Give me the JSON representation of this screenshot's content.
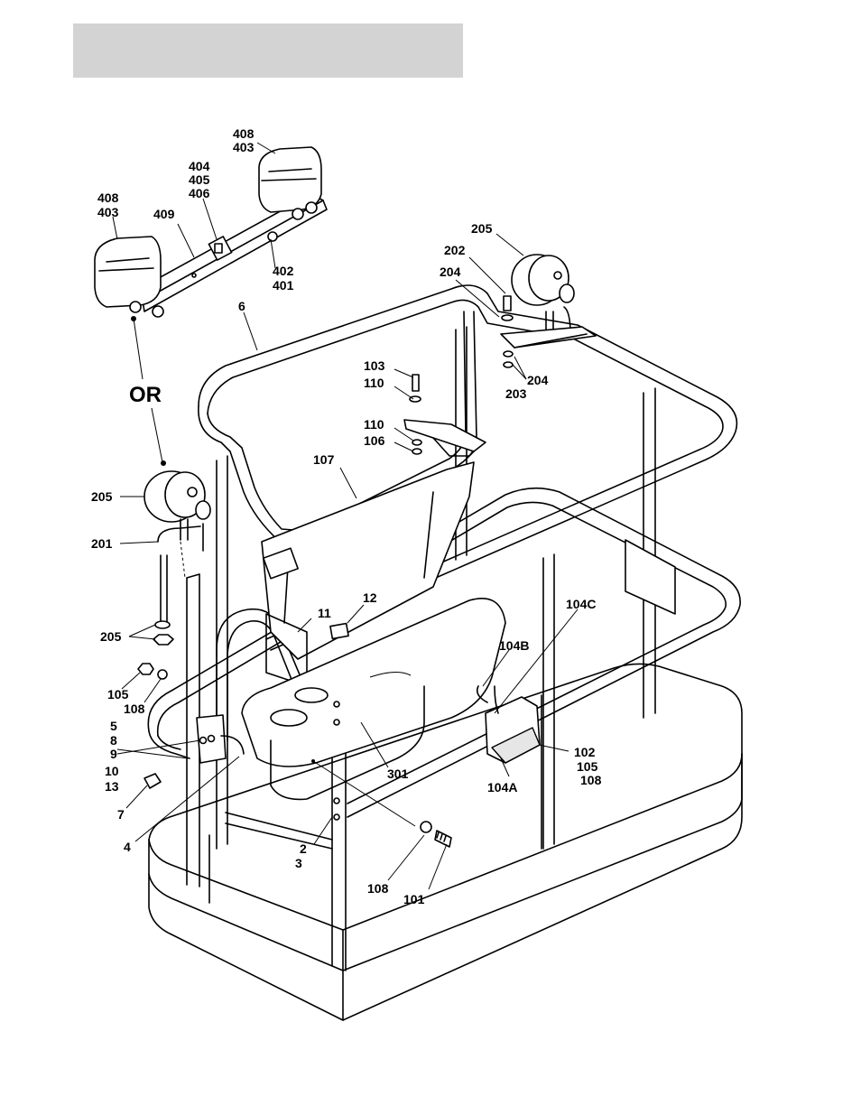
{
  "header": {
    "band_color": "#d3d3d3"
  },
  "separator": "OR",
  "callouts": {
    "c408a": "408",
    "c403a": "403",
    "c404": "404",
    "c405": "405",
    "c406": "406",
    "c408b": "408",
    "c403b": "403",
    "c409": "409",
    "c402": "402",
    "c401": "401",
    "c205top": "205",
    "c202": "202",
    "c204top": "204",
    "c6": "6",
    "c103": "103",
    "c110a": "110",
    "c110b": "110",
    "c106": "106",
    "c204b": "204",
    "c203": "203",
    "c107": "107",
    "c205left": "205",
    "c201": "201",
    "c12": "12",
    "c11": "11",
    "c104C": "104C",
    "c104B": "104B",
    "c205lower": "205",
    "c105a": "105",
    "c108a": "108",
    "c5": "5",
    "c8": "8",
    "c9": "9",
    "c10": "10",
    "c13": "13",
    "c7": "7",
    "c4": "4",
    "c301": "301",
    "c102": "102",
    "c105b": "105",
    "c108b": "108",
    "c104A": "104A",
    "c2": "2",
    "c3": "3",
    "c108c": "108",
    "c101": "101"
  }
}
